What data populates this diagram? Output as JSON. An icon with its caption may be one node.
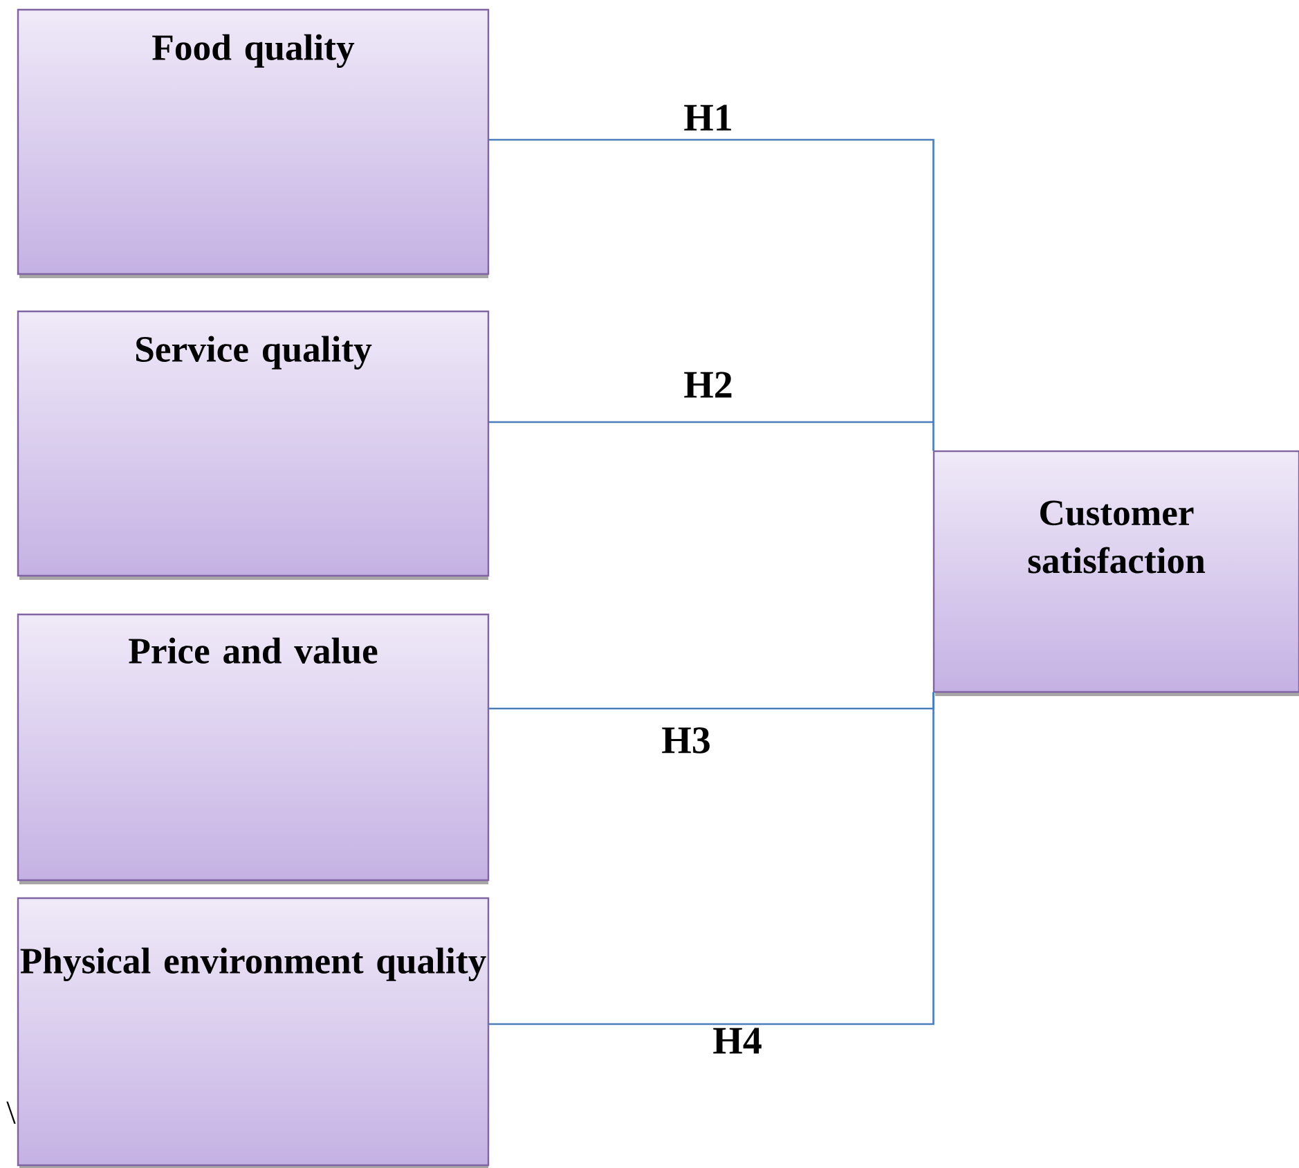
{
  "diagram": {
    "nodes": [
      {
        "text": [
          "Food quality"
        ]
      },
      {
        "text": [
          "Service quality"
        ]
      },
      {
        "text": [
          "Price and value"
        ]
      },
      {
        "text": [
          "Physical environment quality"
        ],
        "beside": [
          "\\"
        ]
      },
      {
        "text": [
          "Customer satisfaction"
        ]
      }
    ],
    "edges": [
      {
        "from": 0,
        "to": 4,
        "arrow": "none",
        "label": "H1"
      },
      {
        "from": 1,
        "to": 4,
        "arrow": "none",
        "label": "H2"
      },
      {
        "from": 2,
        "to": 4,
        "arrow": "none",
        "label": "H3"
      },
      {
        "from": 3,
        "to": 4,
        "arrow": "none",
        "label": "H4"
      }
    ]
  }
}
